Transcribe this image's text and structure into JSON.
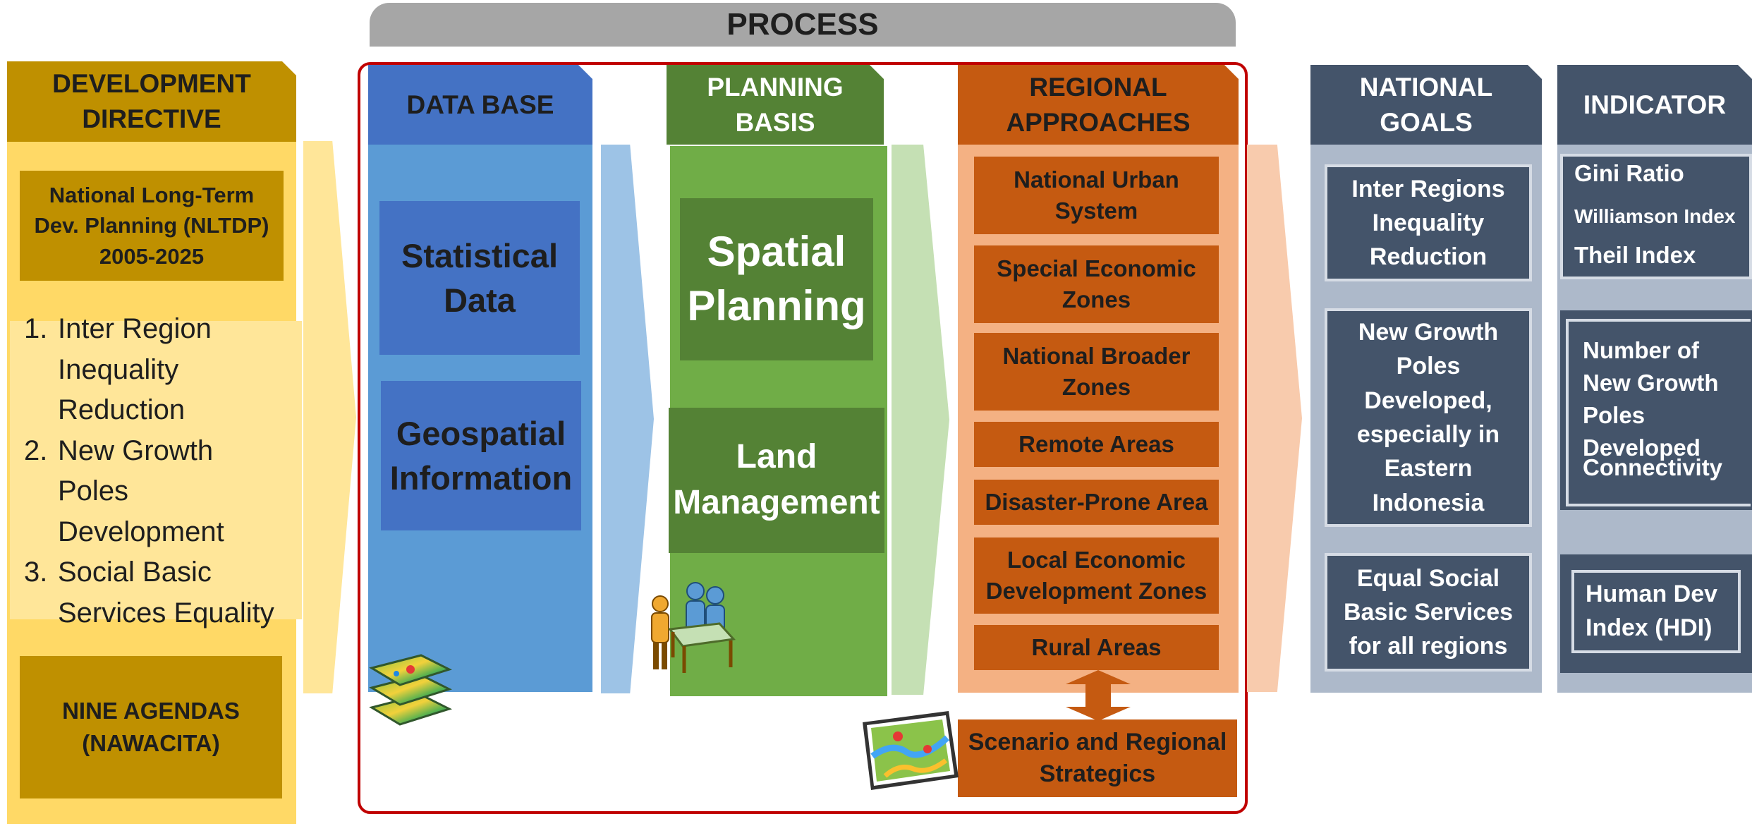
{
  "process": {
    "label": "PROCESS"
  },
  "development_directive": {
    "header": "DEVELOPMENT DIRECTIVE",
    "nltdp": "National Long-Term Dev. Planning (NLTDP) 2005-2025",
    "items": [
      {
        "num": "1.",
        "text": "Inter Region Inequality Reduction"
      },
      {
        "num": "2.",
        "text": "New Growth Poles Development"
      },
      {
        "num": "3.",
        "text": "Social Basic Services Equality"
      }
    ],
    "agendas": "NINE AGENDAS (NAWACITA)"
  },
  "database": {
    "header": "DATA BASE",
    "boxes": [
      "Statistical Data",
      "Geospatial Information"
    ],
    "icon": "map-layers-icon"
  },
  "planning_basis": {
    "header": "PLANNING BASIS",
    "boxes": [
      "Spatial Planning",
      "Land Management"
    ],
    "icon": "planners-at-table-icon"
  },
  "regional_approaches": {
    "header": "REGIONAL APPROACHES",
    "items": [
      "National Urban System",
      "Special Economic Zones",
      "National Broader Zones",
      "Remote Areas",
      "Disaster-Prone Area",
      "Local Economic Development Zones",
      "Rural Areas"
    ],
    "scenario": "Scenario and Regional Strategics",
    "icon": "map-icon"
  },
  "national_goals": {
    "header": "NATIONAL GOALS",
    "goals": [
      "Inter Regions Inequality Reduction",
      "New Growth Poles Developed, especially in Eastern Indonesia",
      "Equal Social Basic Services for all regions"
    ]
  },
  "indicator": {
    "header": "INDICATOR",
    "group1": [
      "Gini Ratio",
      "Williamson Index",
      "Theil Index"
    ],
    "group2": [
      "Number of New Growth Poles Developed",
      "Connectivity"
    ],
    "group3": [
      "Human Dev Index (HDI)"
    ]
  },
  "colors": {
    "directive_gold": "#bf9000",
    "directive_light": "#ffd966",
    "database_blue": "#4472c4",
    "planning_green": "#548235",
    "regional_orange": "#c55a11",
    "goals_navy": "#44546a",
    "frame_red": "#c00000",
    "process_gray": "#a6a6a6"
  }
}
